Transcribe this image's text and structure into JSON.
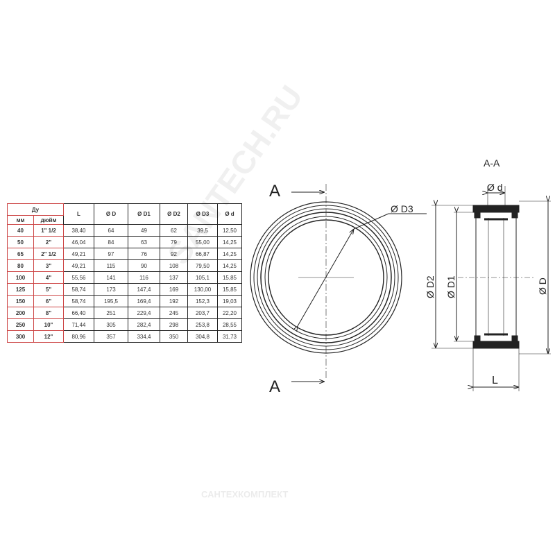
{
  "table": {
    "header": {
      "du": "Ду",
      "mm": "мм",
      "inch": "дюйм",
      "cols": [
        "L",
        "Ø D",
        "Ø D1",
        "Ø D2",
        "Ø D3",
        "Ø d"
      ]
    },
    "rows": [
      [
        "40",
        "1\" 1/2",
        "38,40",
        "64",
        "49",
        "62",
        "39,5",
        "12,50"
      ],
      [
        "50",
        "2\"",
        "46,04",
        "84",
        "63",
        "79",
        "55,00",
        "14,25"
      ],
      [
        "65",
        "2\" 1/2",
        "49,21",
        "97",
        "76",
        "92",
        "66,87",
        "14,25"
      ],
      [
        "80",
        "3\"",
        "49,21",
        "115",
        "90",
        "108",
        "79,50",
        "14,25"
      ],
      [
        "100",
        "4\"",
        "55,56",
        "141",
        "116",
        "137",
        "105,1",
        "15,85"
      ],
      [
        "125",
        "5\"",
        "58,74",
        "173",
        "147,4",
        "169",
        "130,00",
        "15,85"
      ],
      [
        "150",
        "6\"",
        "58,74",
        "195,5",
        "169,4",
        "192",
        "152,3",
        "19,03"
      ],
      [
        "200",
        "8\"",
        "66,40",
        "251",
        "229,4",
        "245",
        "203,7",
        "22,20"
      ],
      [
        "250",
        "10\"",
        "71,44",
        "305",
        "282,4",
        "298",
        "253,8",
        "28,55"
      ],
      [
        "300",
        "12\"",
        "80,96",
        "357",
        "334,4",
        "350",
        "304,8",
        "31,73"
      ]
    ]
  },
  "drawing": {
    "section_mark_top": "A",
    "section_mark_bottom": "A",
    "section_title": "A-A",
    "dim_D3": "Ø D3",
    "dim_d": "Ø d",
    "dim_D2": "Ø D2",
    "dim_D1": "Ø D1",
    "dim_D": "Ø D",
    "dim_L": "L"
  },
  "watermarks": {
    "diagonal": "SANTECH.RU",
    "bottom": "САНТЕХКОМПЛЕКТ"
  }
}
